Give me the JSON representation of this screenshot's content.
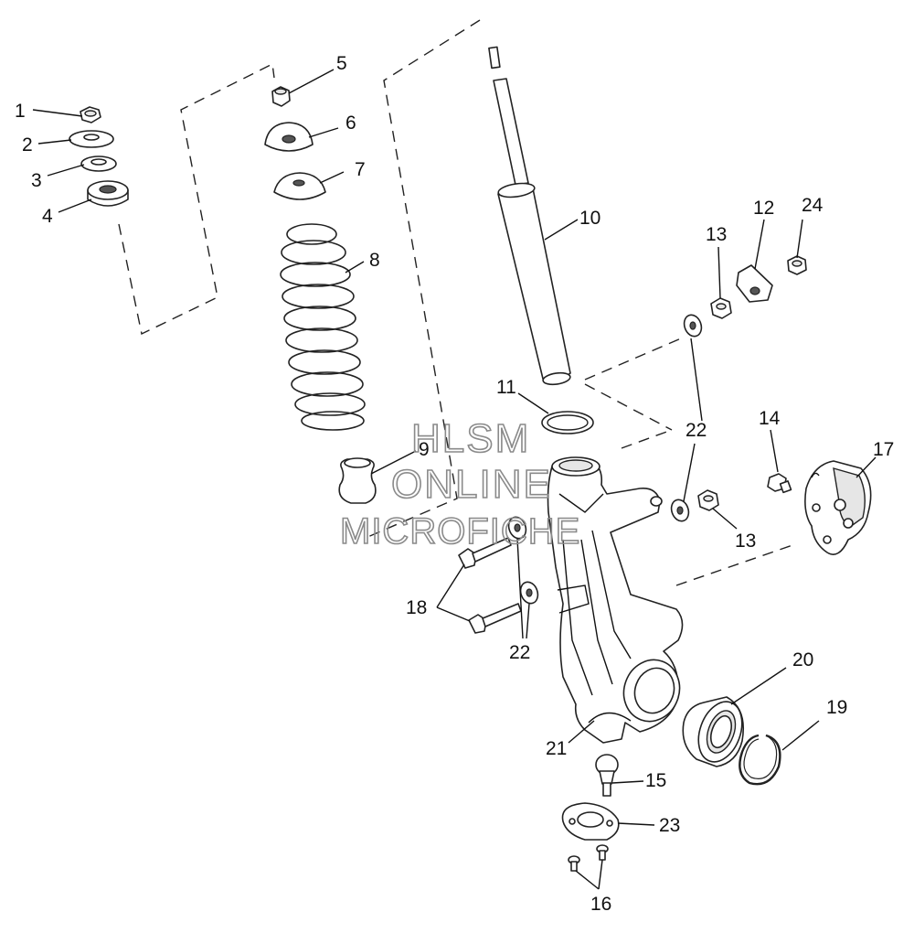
{
  "watermark": {
    "line1": "HLSM",
    "line2": "ONLINE",
    "line3": "MICROFICHE"
  },
  "callouts": {
    "c1": "1",
    "c2": "2",
    "c3": "3",
    "c4": "4",
    "c5": "5",
    "c6": "6",
    "c7": "7",
    "c8": "8",
    "c9": "9",
    "c10": "10",
    "c11": "11",
    "c12": "12",
    "c13a": "13",
    "c13b": "13",
    "c14": "14",
    "c15": "15",
    "c16": "16",
    "c17": "17",
    "c18": "18",
    "c19": "19",
    "c20": "20",
    "c21": "21",
    "c22a": "22",
    "c22b": "22",
    "c23": "23",
    "c24": "24"
  },
  "colors": {
    "line": "#222222",
    "watermark": "#8a8a8a",
    "background": "#ffffff"
  }
}
